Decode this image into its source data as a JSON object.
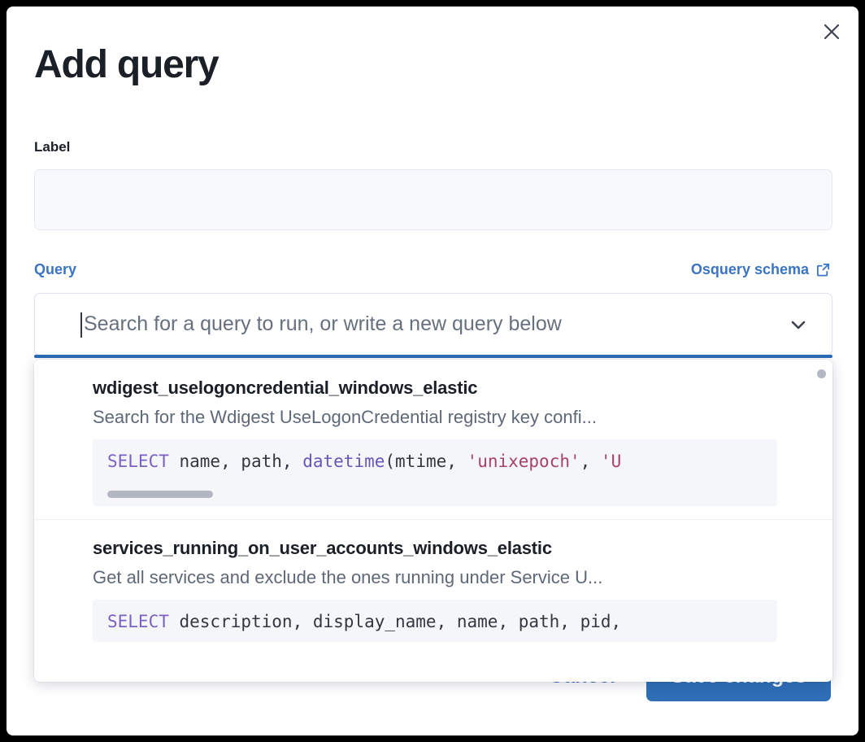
{
  "modal": {
    "title": "Add query",
    "close_icon": "close-icon"
  },
  "label_field": {
    "label": "Label",
    "value": "",
    "placeholder": ""
  },
  "query_section": {
    "label": "Query",
    "schema_link": "Osquery schema",
    "schema_link_icon": "external-link-icon",
    "combobox": {
      "value": "",
      "placeholder": "Search for a query to run, or write a new query below",
      "chevron_icon": "chevron-down-icon",
      "focused": true
    }
  },
  "dropdown": {
    "items": [
      {
        "title": "wdigest_uselogoncredential_windows_elastic",
        "description": "Search for the Wdigest UseLogonCredential registry key confi...",
        "code_tokens": [
          {
            "text": "SELECT",
            "type": "keyword"
          },
          {
            "text": " name, path, ",
            "type": "plain"
          },
          {
            "text": "datetime",
            "type": "function"
          },
          {
            "text": "(mtime, ",
            "type": "plain"
          },
          {
            "text": "'unixepoch'",
            "type": "string"
          },
          {
            "text": ", ",
            "type": "plain"
          },
          {
            "text": "'U",
            "type": "string"
          }
        ],
        "has_code_scrollbar": true
      },
      {
        "title": "services_running_on_user_accounts_windows_elastic",
        "description": "Get all services and exclude the ones running under Service U...",
        "code_tokens": [
          {
            "text": "SELECT",
            "type": "keyword"
          },
          {
            "text": " description, display_name, name, path, pid,",
            "type": "plain"
          }
        ],
        "has_code_scrollbar": false
      }
    ]
  },
  "footer": {
    "cancel_label": "Cancel",
    "save_label": "Save changes"
  },
  "colors": {
    "accent_blue": "#3a74c4",
    "save_button": "#2f6fb8",
    "focus_bar": "#2b6cb8",
    "title_text": "#1b1f27",
    "muted_text": "#5e6878",
    "code_bg": "#f5f6fa",
    "keyword": "#7b61c4",
    "string": "#a8416b"
  }
}
